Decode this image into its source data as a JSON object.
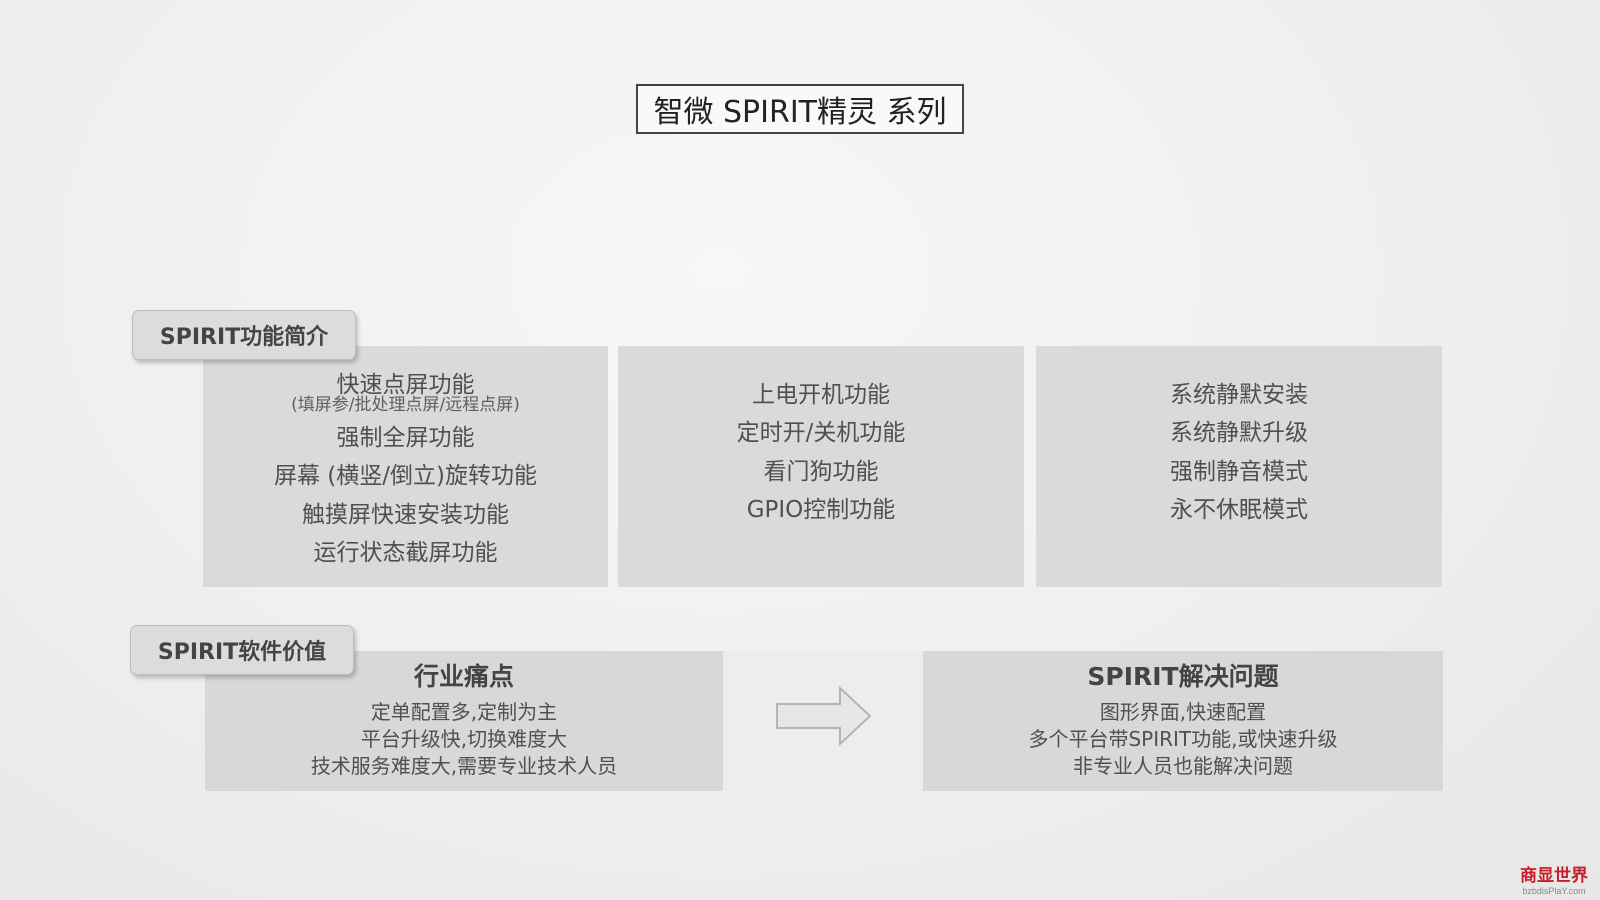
{
  "title": "智微 SPIRIT精灵 系列",
  "features_section": {
    "tab_label": "SPIRIT功能简介",
    "column1": {
      "items": [
        "快速点屏功能",
        "强制全屏功能",
        "屏幕 (横竖/倒立)旋转功能",
        "触摸屏快速安装功能",
        "运行状态截屏功能"
      ],
      "sub_note": "(填屏参/批处理点屏/远程点屏)"
    },
    "column2": {
      "items": [
        "上电开机功能",
        "定时开/关机功能",
        "看门狗功能",
        "GPIO控制功能"
      ]
    },
    "column3": {
      "items": [
        "系统静默安装",
        "系统静默升级",
        "强制静音模式",
        "永不休眠模式"
      ]
    }
  },
  "value_section": {
    "tab_label": "SPIRIT软件价值",
    "pain_points": {
      "heading": "行业痛点",
      "lines": [
        "定单配置多,定制为主",
        "平台升级快,切换难度大",
        "技术服务难度大,需要专业技术人员"
      ]
    },
    "solutions": {
      "heading": "SPIRIT解决问题",
      "lines": [
        "图形界面,快速配置",
        "多个平台带SPIRIT功能,或快速升级",
        "非专业人员也能解决问题"
      ]
    },
    "arrow_icon": "right-arrow-icon"
  },
  "watermark": {
    "logo_text": "商显世界",
    "url": "bzbdisPlaY.com",
    "color": "#c8202a"
  },
  "colors": {
    "panel": "#dadada",
    "tab": "#dcdcdc",
    "arrow_fill": "#e6e6e6",
    "arrow_stroke": "#b5b5b5"
  }
}
